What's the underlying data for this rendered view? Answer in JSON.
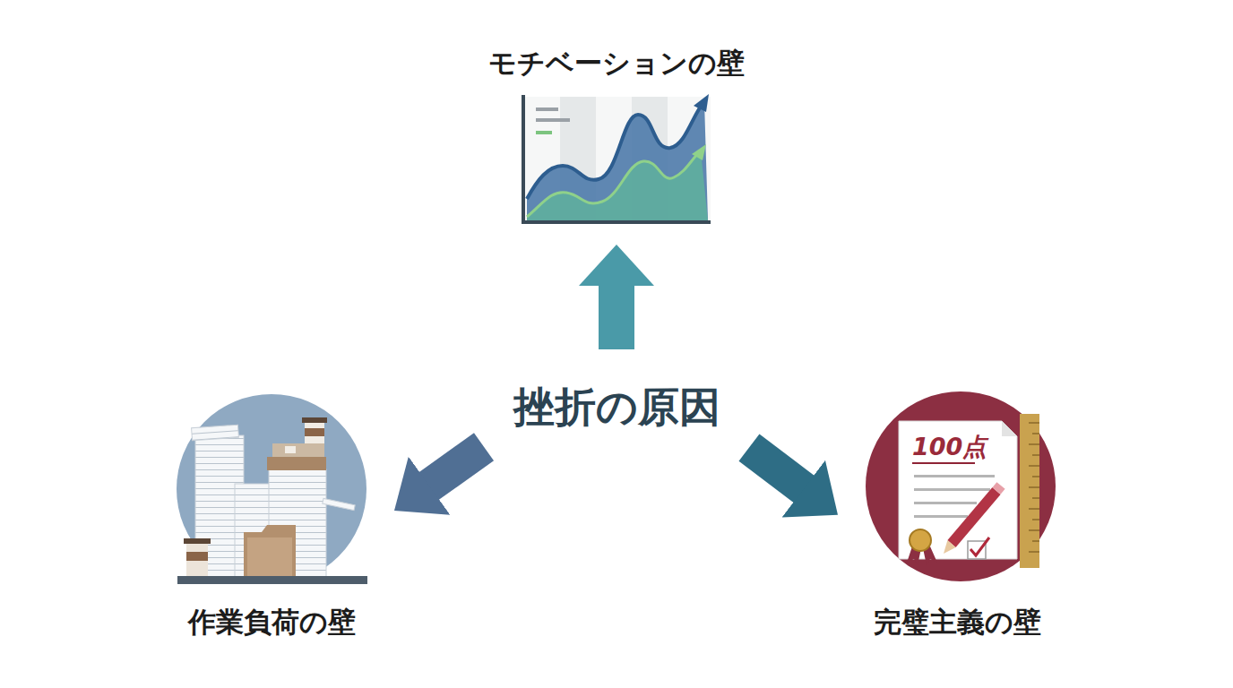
{
  "diagram": {
    "nodes": [
      {
        "text": [
          "モチベーションの壁"
        ]
      },
      {
        "text": [
          "挫折の原因"
        ]
      },
      {
        "text": [
          "作業負荷の壁"
        ]
      },
      {
        "text": [
          "完璧主義の壁"
        ]
      }
    ],
    "edges": [
      {
        "from": 1,
        "to": 0,
        "arrow": "to"
      },
      {
        "from": 1,
        "to": 2,
        "arrow": "to"
      },
      {
        "from": 1,
        "to": 3,
        "arrow": "to"
      }
    ],
    "labels": [
      "100点"
    ]
  }
}
